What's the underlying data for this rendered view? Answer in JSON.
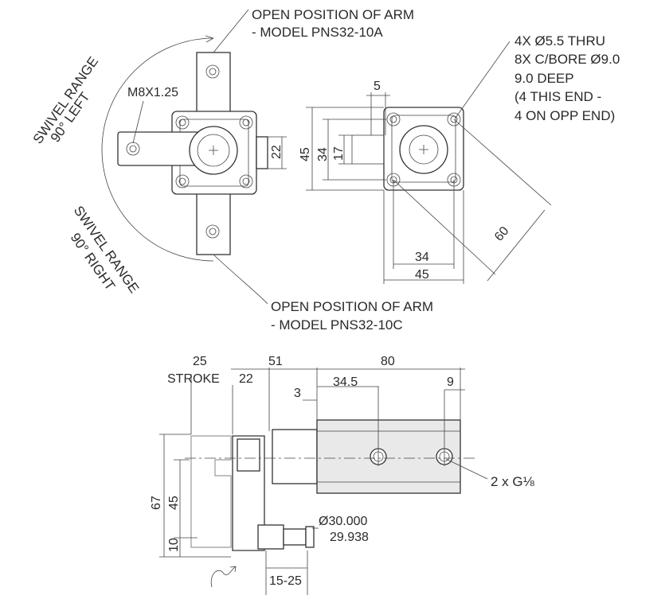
{
  "top_view": {
    "open_arm_a_line1": "OPEN POSITION OF ARM",
    "open_arm_a_line2": "- MODEL PNS32-10A",
    "open_arm_c_line1": "OPEN POSITION OF ARM",
    "open_arm_c_line2": "- MODEL PNS32-10C",
    "swivel_left_line1": "SWIVEL RANGE",
    "swivel_left_line2": "90° LEFT",
    "swivel_right_line1": "SWIVEL RANGE",
    "swivel_right_line2": "90° RIGHT",
    "thread": "M8X1.25",
    "dim_22": "22"
  },
  "end_view": {
    "holes_line1": "4X Ø5.5 THRU",
    "holes_line2": "8X C/BORE Ø9.0",
    "holes_line3": "9.0 DEEP",
    "holes_line4": "(4 THIS END -",
    "holes_line5": "4 ON OPP END)",
    "dim_5": "5",
    "dim_45_v": "45",
    "dim_34_v": "34",
    "dim_17": "17",
    "dim_60": "60",
    "dim_34_h": "34",
    "dim_45_h": "45"
  },
  "side_view": {
    "dim_25": "25",
    "stroke_label": "STROKE",
    "dim_22": "22",
    "dim_51": "51",
    "dim_80": "80",
    "dim_3": "3",
    "dim_34_5": "34.5",
    "dim_9": "9",
    "ports": "2 x G⅛",
    "dim_67": "67",
    "dim_45": "45",
    "dim_10": "10",
    "diameter_upper": "Ø30.000",
    "diameter_lower": "29.938",
    "dim_15_25": "15-25"
  }
}
